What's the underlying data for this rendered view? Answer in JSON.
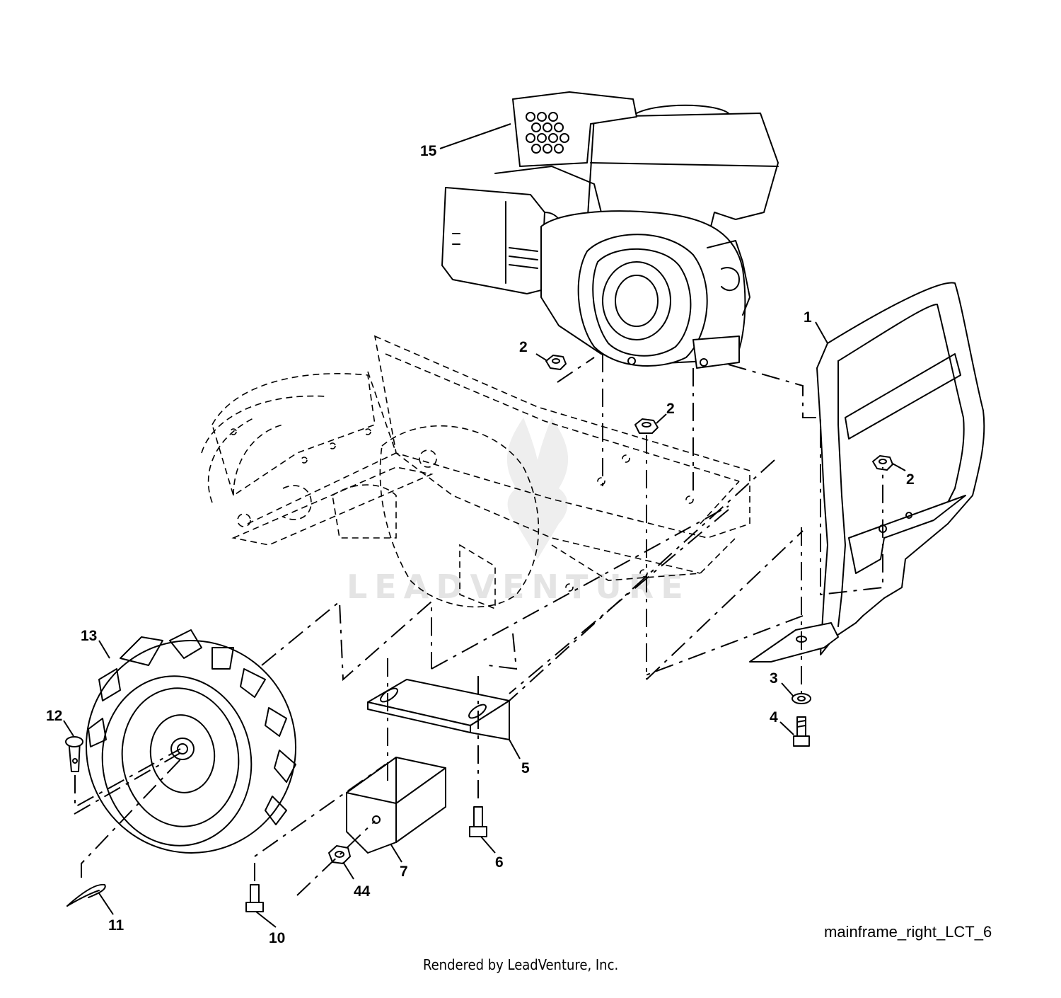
{
  "diagram": {
    "reference_code": "mainframe_right_LCT_6",
    "credit": "Rendered by LeadVenture, Inc.",
    "watermark_text": "LEADVENTURE"
  },
  "callouts": [
    {
      "id": "1",
      "part": "bumper frame"
    },
    {
      "id": "2",
      "part": "hex flange nut (engine mount)"
    },
    {
      "id": "2",
      "part": "hex flange nut (engine mount)"
    },
    {
      "id": "2",
      "part": "hex flange nut (bumper)"
    },
    {
      "id": "3",
      "part": "flat washer"
    },
    {
      "id": "4",
      "part": "hex bolt"
    },
    {
      "id": "5",
      "part": "mounting bracket"
    },
    {
      "id": "6",
      "part": "hex bolt"
    },
    {
      "id": "7",
      "part": "weight"
    },
    {
      "id": "10",
      "part": "hex bolt"
    },
    {
      "id": "11",
      "part": "hairpin clip"
    },
    {
      "id": "12",
      "part": "clevis pin"
    },
    {
      "id": "13",
      "part": "wheel and tire"
    },
    {
      "id": "15",
      "part": "engine"
    },
    {
      "id": "44",
      "part": "hex nut"
    }
  ]
}
